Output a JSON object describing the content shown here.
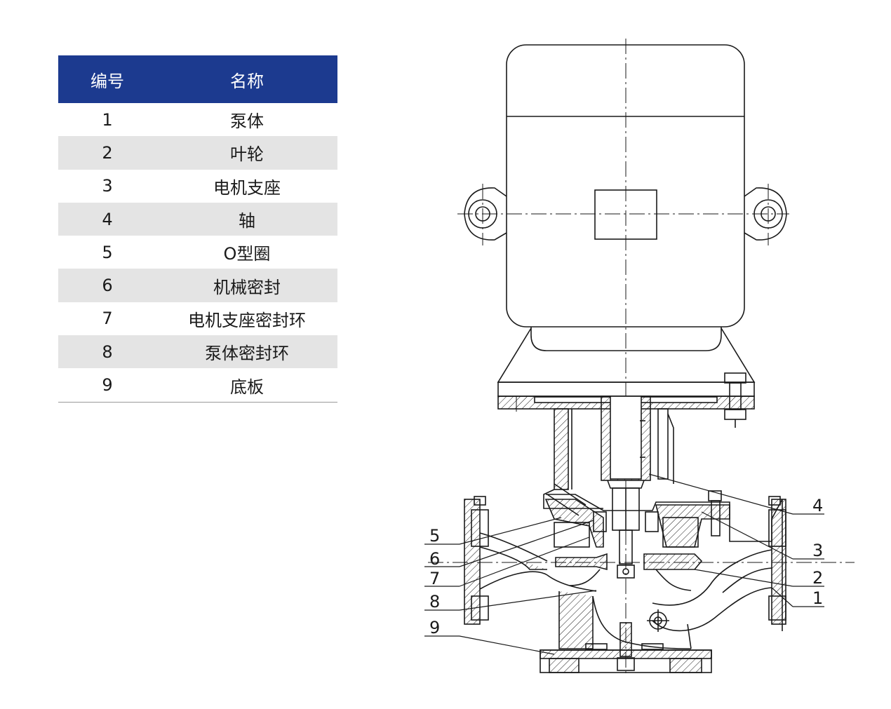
{
  "table": {
    "headers": {
      "number": "编号",
      "name": "名称"
    },
    "rows": [
      {
        "no": "1",
        "name": "泵体"
      },
      {
        "no": "2",
        "name": "叶轮"
      },
      {
        "no": "3",
        "name": "电机支座"
      },
      {
        "no": "4",
        "name": "轴"
      },
      {
        "no": "5",
        "name": "O型圈"
      },
      {
        "no": "6",
        "name": "机械密封"
      },
      {
        "no": "7",
        "name": "电机支座密封环"
      },
      {
        "no": "8",
        "name": "泵体密封环"
      },
      {
        "no": "9",
        "name": "底板"
      }
    ]
  },
  "callouts": {
    "c1": "1",
    "c2": "2",
    "c3": "3",
    "c4": "4",
    "c5": "5",
    "c6": "6",
    "c7": "7",
    "c8": "8",
    "c9": "9"
  },
  "colors": {
    "header_bg": "#1c3a8f",
    "alt_row_bg": "#e4e4e4",
    "line": "#1a1a1a"
  }
}
